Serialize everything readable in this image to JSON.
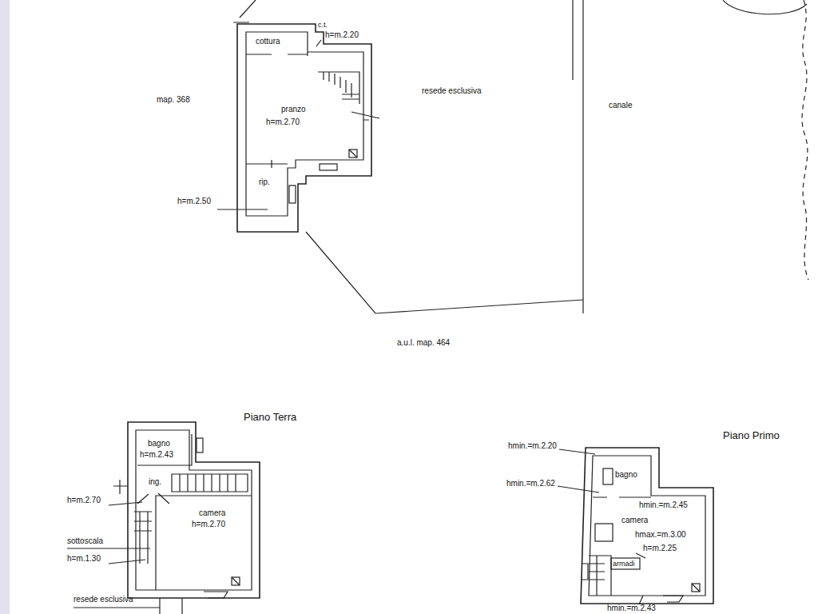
{
  "diagram": {
    "labels": [
      "cottura",
      "c.t.",
      "h=m.2.20",
      "map. 368",
      "pranzo",
      "h=m.2.70",
      "resede esclusiva",
      "canale",
      "rip.",
      "h=m.2.50",
      "a.u.l. map. 464",
      "Piano Terra",
      "bagno",
      "h=m.2.43",
      "ing.",
      "h=m.2.70",
      "camera",
      "h=m.2.70",
      "sottoscala",
      "h=m.1.30",
      "resede esclusiva",
      "Piano Primo",
      "hmin.=m.2.20",
      "bagno",
      "hmin.=m.2.62",
      "hmin.=m.2.45",
      "camera",
      "hmax.=m.3.00",
      "h=m.2.25",
      "armadi",
      "hmin.=m.2.43"
    ]
  }
}
